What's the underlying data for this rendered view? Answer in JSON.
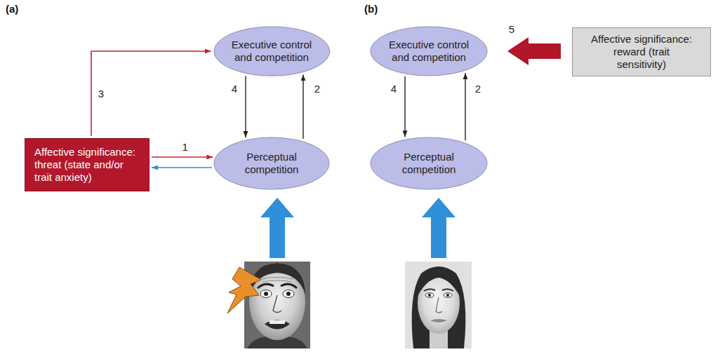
{
  "diagram": {
    "nodes": [
      {
        "text": [
          "Executive control and competition"
        ]
      },
      {
        "text": [
          "Affective significance: threat (state and/or trait anxiety)"
        ]
      },
      {
        "text": [
          "Perceptual competition"
        ]
      },
      {
        "text": [
          "Executive control and competition"
        ]
      },
      {
        "text": [
          "Affective significance: reward (trait sensitivity)"
        ]
      },
      {
        "text": [
          "Perceptual competition"
        ]
      }
    ],
    "edges": [
      {
        "from": 1,
        "to": 2,
        "arrow": "to",
        "label": "1"
      },
      {
        "from": 2,
        "to": 1,
        "arrow": "to"
      },
      {
        "from": 2,
        "to": 0,
        "arrow": "to",
        "label": "2"
      },
      {
        "from": 1,
        "to": 0,
        "arrow": "to",
        "label": "3"
      },
      {
        "from": 0,
        "to": 2,
        "arrow": "to",
        "label": "4"
      },
      {
        "from": 5,
        "to": 3,
        "arrow": "to",
        "label": "2"
      },
      {
        "from": 3,
        "to": 5,
        "arrow": "to",
        "label": "4"
      },
      {
        "from": 4,
        "to": 3,
        "arrow": "to",
        "label": "5"
      }
    ],
    "labels": [
      "(a)",
      "(b)"
    ]
  }
}
